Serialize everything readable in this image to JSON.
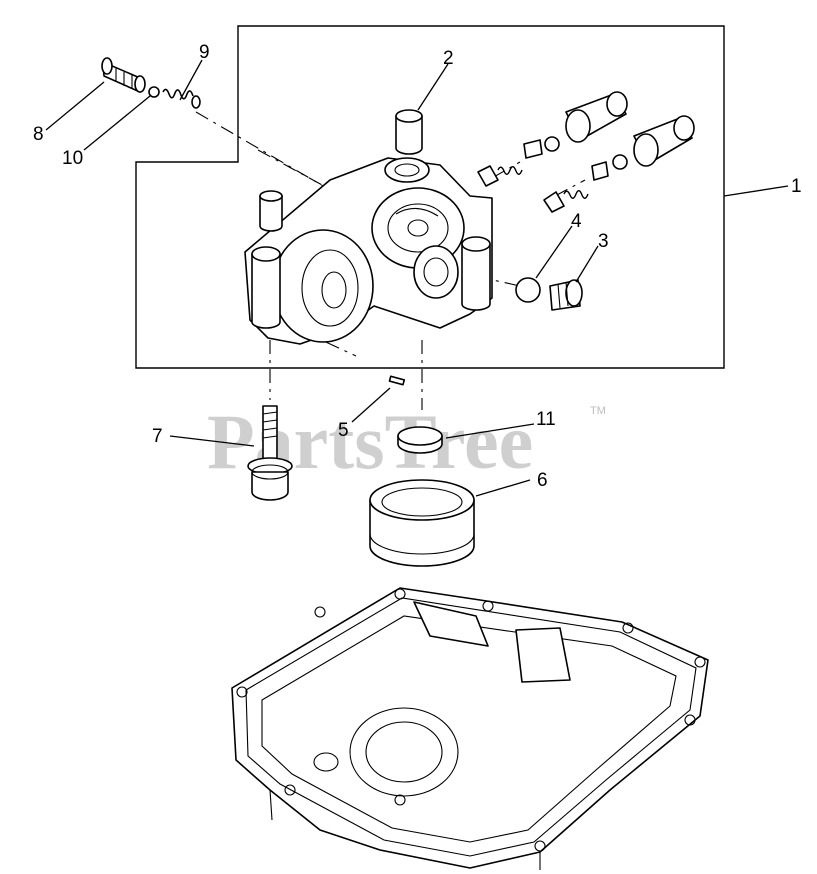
{
  "watermark": {
    "text": "PartsTree",
    "trademark": "TM"
  },
  "callouts": [
    "1",
    "2",
    "3",
    "4",
    "5",
    "6",
    "7",
    "8",
    "9",
    "10",
    "11"
  ]
}
